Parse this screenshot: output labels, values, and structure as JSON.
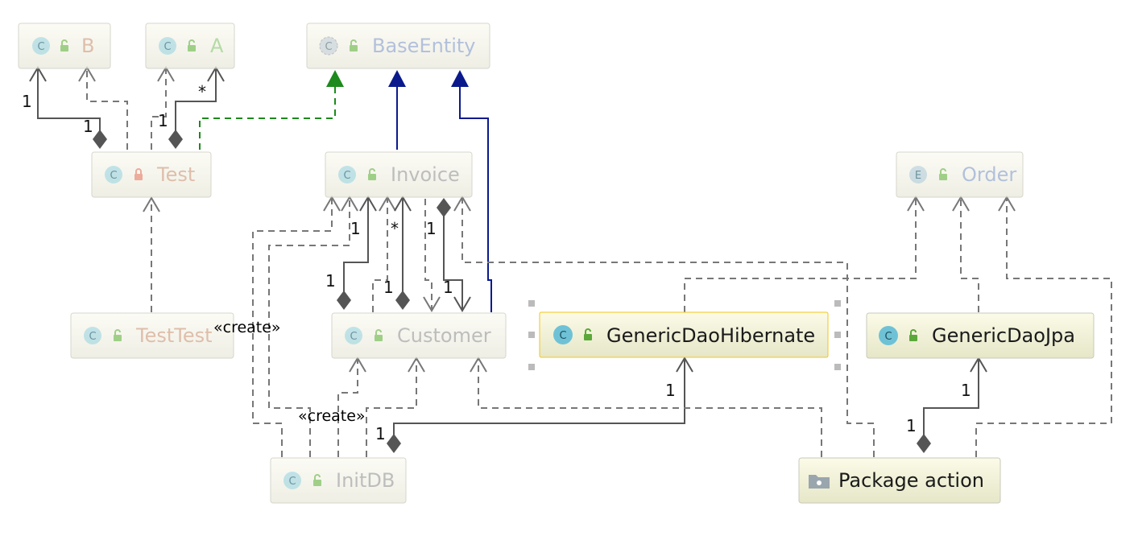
{
  "diagram": {
    "nodes": {
      "b": {
        "kind": "C",
        "name": "B",
        "access": "public",
        "faded": true,
        "name_color": "#d4a98e"
      },
      "a": {
        "kind": "C",
        "name": "A",
        "access": "public",
        "faded": true,
        "name_color": "#9ccf86"
      },
      "base_entity": {
        "kind": "C",
        "name": "BaseEntity",
        "access": "public",
        "faded": true,
        "abstract": true,
        "name_color": "#99acd0"
      },
      "test": {
        "kind": "C",
        "name": "Test",
        "access": "private",
        "faded": true,
        "name_color": "#d4a98e"
      },
      "invoice": {
        "kind": "C",
        "name": "Invoice",
        "access": "public",
        "faded": true,
        "name_color": "#a8a8a8"
      },
      "order": {
        "kind": "E",
        "name": "Order",
        "access": "public",
        "faded": true,
        "name_color": "#99acd0"
      },
      "test_test": {
        "kind": "C",
        "name": "TestTest",
        "access": "public",
        "faded": true,
        "name_color": "#d4a98e"
      },
      "customer": {
        "kind": "C",
        "name": "Customer",
        "access": "public",
        "faded": true,
        "name_color": "#a8a8a8"
      },
      "generic_dao_hibernate": {
        "kind": "C",
        "name": "GenericDaoHibernate",
        "access": "public",
        "faded": false,
        "selected": true,
        "name_color": "#1a1a1a"
      },
      "generic_dao_jpa": {
        "kind": "C",
        "name": "GenericDaoJpa",
        "access": "public",
        "faded": false,
        "name_color": "#1a1a1a"
      },
      "init_db": {
        "kind": "C",
        "name": "InitDB",
        "access": "public",
        "faded": true,
        "name_color": "#a8a8a8"
      },
      "package_action": {
        "kind": "package",
        "name": "Package action",
        "faded": false,
        "name_color": "#1a1a1a"
      }
    },
    "multiplicities": {
      "test_b_src": "1",
      "test_b_dst": "1",
      "test_a_src": "1",
      "test_a_dst": "*",
      "cust_inv_1_src": "1",
      "cust_inv_1_dst": "1",
      "cust_inv_2_src": "1",
      "cust_inv_2_dst": "*",
      "inv_cust_src": "1",
      "inv_cust_dst": "1",
      "initdb_gdh_src": "1",
      "initdb_gdh_dst": "1",
      "pkg_jpa_src": "1",
      "pkg_jpa_dst": "1"
    },
    "stereotypes": {
      "create_1": "«create»",
      "create_2": "«create»"
    },
    "colors": {
      "node_fill_top": "#fbfbf3",
      "node_fill_bottom": "#e9e9dc",
      "node_border": "#c9c9bd",
      "selected_border": "#f5c518",
      "inheritance_blue": "#0a1a8c",
      "realization_green": "#1c8a1c",
      "edge_gray": "#555555",
      "badge_c": "#6fc2d6",
      "badge_e": "#8fb7cc",
      "lock_green": "#7fbf5f",
      "lock_red": "#e88f7a"
    }
  }
}
